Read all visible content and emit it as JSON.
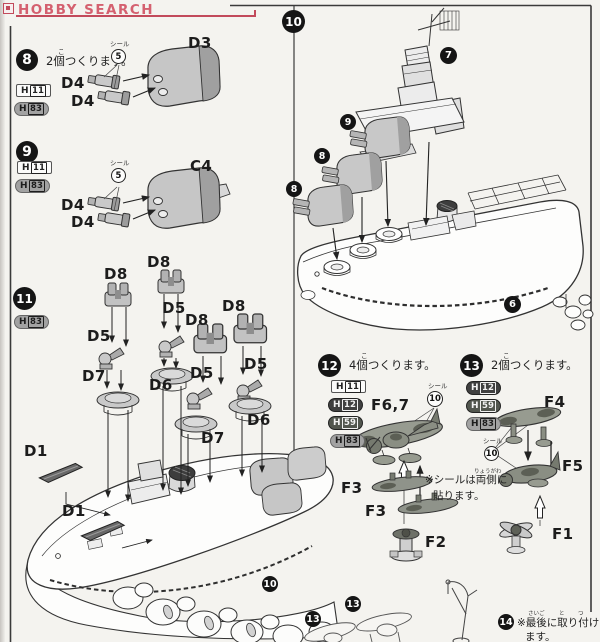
{
  "colors": {
    "watermark_red": "#c24a5b",
    "ink": "#2b2b2b",
    "paper": "#f4f3ef",
    "part_gray": "#c6c6c6",
    "plane_green_gray": "#8a8e83"
  },
  "watermark": {
    "text": "HOBBY SEARCH"
  },
  "steps": {
    "s8": {
      "num": "8",
      "note": "2個つくります。",
      "furigana": "こ",
      "chips": [
        {
          "prefix": "H",
          "num": "11"
        },
        {
          "prefix": "H",
          "num": "83"
        }
      ],
      "seal": {
        "label": "シール",
        "num": "5"
      },
      "parts": {
        "turret": "D3",
        "barrel_a": "D4",
        "barrel_b": "D4"
      }
    },
    "s9": {
      "num": "9",
      "chips": [
        {
          "prefix": "H",
          "num": "11"
        },
        {
          "prefix": "H",
          "num": "83"
        }
      ],
      "seal": {
        "label": "シール",
        "num": "5"
      },
      "parts": {
        "turret": "C4",
        "barrel_a": "D4",
        "barrel_b": "D4"
      }
    },
    "s10": {
      "num": "10",
      "refs": {
        "bridge": "7",
        "turret_9": "9",
        "turret_8a": "8",
        "turret_8b": "8",
        "hull": "6"
      }
    },
    "s11": {
      "num": "11",
      "chips": [
        {
          "prefix": "H",
          "num": "83"
        }
      ],
      "labels": [
        "D8",
        "D8",
        "D5",
        "D5",
        "D8",
        "D8",
        "D7",
        "D6",
        "D5",
        "D5",
        "D6",
        "D7",
        "D1",
        "D1"
      ],
      "ref": "10"
    },
    "s12": {
      "num": "12",
      "note": "4個つくります。",
      "furigana": "こ",
      "chips": [
        {
          "prefix": "H",
          "num": "11"
        },
        {
          "prefix": "H",
          "num": "12"
        },
        {
          "prefix": "H",
          "num": "59"
        },
        {
          "prefix": "H",
          "num": "83"
        }
      ],
      "seal": {
        "label": "シール",
        "num": "10"
      },
      "parts": {
        "plane": "F6,7",
        "float_a": "F3",
        "float_b": "F3",
        "base": "F2"
      },
      "note2": {
        "line1": "※シールは両側に",
        "line2": "貼ります。",
        "furigana": "りょうがわ"
      }
    },
    "s13": {
      "num": "13",
      "note": "2個つくります。",
      "furigana": "こ",
      "chips": [
        {
          "prefix": "H",
          "num": "12"
        },
        {
          "prefix": "H",
          "num": "59"
        },
        {
          "prefix": "H",
          "num": "83"
        }
      ],
      "seal": {
        "label": "シール",
        "num": "10"
      },
      "parts": {
        "wing": "F4",
        "fuselage": "F5",
        "base": "F1"
      }
    },
    "s14": {
      "num": "14",
      "note_line1": "※最後に取り付け",
      "note_line2": "ます。",
      "furigana": {
        "a": "さいご",
        "b": "と",
        "c": "つ"
      }
    },
    "bottom": {
      "refs": [
        "13",
        "13"
      ]
    }
  }
}
